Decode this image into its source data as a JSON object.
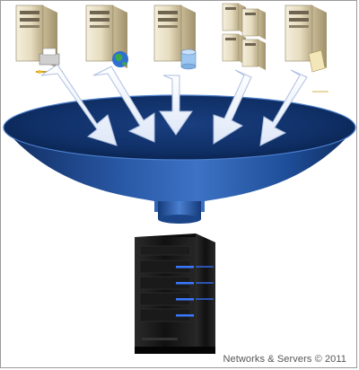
{
  "diagram": {
    "sources": [
      {
        "id": "print-server",
        "accessory": "printer-icon"
      },
      {
        "id": "web-server",
        "accessory": "globe-icon"
      },
      {
        "id": "database-server",
        "accessory": "database-icon"
      },
      {
        "id": "server-cluster",
        "accessory": "server-stack-icon"
      },
      {
        "id": "file-server",
        "accessory": "document-icon"
      }
    ],
    "funnel_target": "consolidated-server",
    "colors": {
      "funnel_dark": "#0d2f66",
      "funnel_mid": "#1f4f9a",
      "funnel_light": "#3d72c4",
      "arrow_fill": "#ffffff",
      "arrow_stroke": "#b8c8e6",
      "server_beige": "#e9e0c4",
      "server_shade": "#b7a985",
      "rack_black": "#151515",
      "led_blue": "#3a78ff"
    }
  },
  "caption": "Networks & Servers © 2011"
}
